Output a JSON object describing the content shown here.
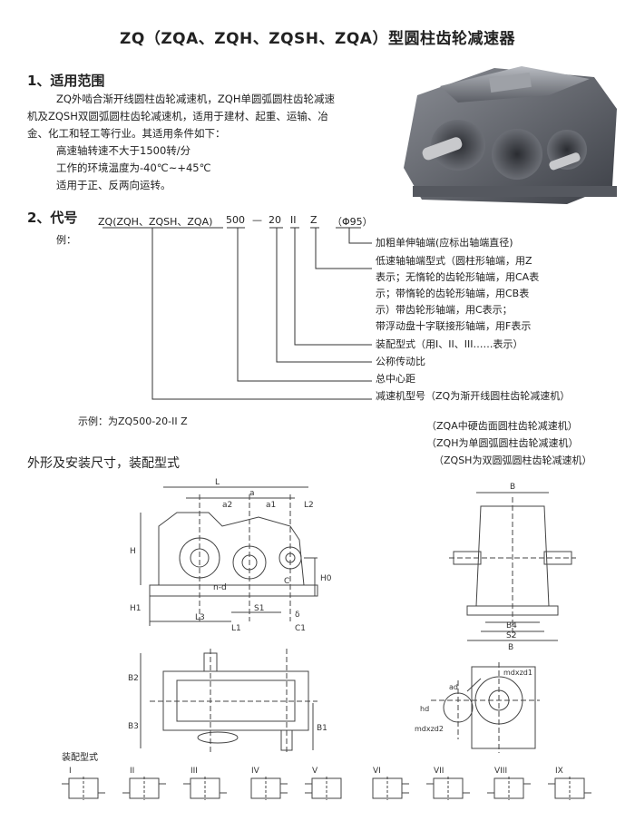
{
  "title": "ZQ（ZQA、ZQH、ZQSH、ZQA）型圆柱齿轮减速器",
  "section1": {
    "heading": "1、适用范围",
    "lines": [
      "ZQ外啮合渐开线圆柱齿轮减速机，ZQH单圆弧圆柱齿轮减速",
      "机及ZQSH双圆弧圆柱齿轮减速机，适用于建材、起重、运输、冶",
      "金、化工和轻工等行业。其适用条件如下："
    ],
    "conditions": [
      "高速轴转速不大于1500转/分",
      "工作的环境温度为-40℃~+45℃",
      "适用于正、反两向运转。"
    ]
  },
  "section2": {
    "heading": "2、代号",
    "example_label": "例：",
    "code_parts": [
      "ZQ(ZQH、ZQSH、ZQA)",
      "500",
      "—",
      "20",
      "II",
      "Z",
      "（Φ95）"
    ],
    "annotations": [
      "加粗单伸轴端(应标出轴端直径)",
      "低速轴轴端型式（圆柱形轴端，用Z",
      "表示；无惰轮的齿轮形轴端，用CA表",
      "示；带惰轮的齿轮形轴端，用CB表",
      "示）带齿轮形轴端，用C表示；",
      "带浮动盘十字联接形轴端，用F表示",
      "装配型式（用I、II、III……表示）",
      "公称传动比",
      "总中心距",
      "减速机型号（ZQ为渐开线圆柱齿轮减速机）"
    ],
    "extra_notes": [
      "（ZQA中硬齿面圆柱齿轮减速机）",
      "（ZQH为单圆弧圆柱齿轮减速机）",
      "（ZQSH为双圆弧圆柱齿轮减速机）"
    ],
    "sample": "示例：为ZQ500-20-II  Z"
  },
  "section3": {
    "heading": "外形及安装尺寸，装配型式",
    "assembly_label": "装配型式",
    "assembly_types": [
      "I",
      "II",
      "III",
      "IV",
      "V",
      "VI",
      "VII",
      "VIII",
      "IX"
    ]
  },
  "dims": {
    "top": [
      "L",
      "a",
      "a2",
      "a1",
      "L2"
    ],
    "side": [
      "H",
      "H1",
      "H0",
      "C"
    ],
    "bottom": [
      "n-d",
      "L3",
      "S1",
      "L1",
      "C1",
      "δ"
    ],
    "right": [
      "B",
      "B4",
      "S2",
      "B"
    ],
    "plan": [
      "B2",
      "B3",
      "B1"
    ],
    "detail": [
      "ad",
      "mdxzd1",
      "hd",
      "mdxzd2"
    ]
  }
}
